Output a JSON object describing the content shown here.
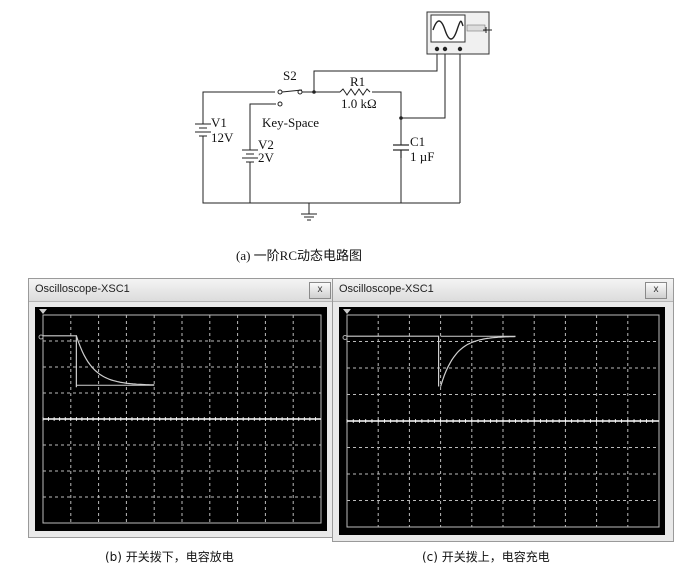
{
  "circuit": {
    "switch_label": "S2",
    "resistor_label": "R1",
    "resistor_value": "1.0 kΩ",
    "key_label": "Key-Space",
    "v1_label": "V1",
    "v1_value": "12V",
    "v2_label": "V2",
    "v2_value": "2V",
    "cap_label": "C1",
    "cap_value": "1 µF",
    "caption": "(a) 一阶RC动态电路图"
  },
  "scopes": [
    {
      "title": "Oscilloscope-XSC1",
      "close_label": "x",
      "caption": "(b) 开关拨下，电容放电",
      "trace": "discharge"
    },
    {
      "title": "Oscilloscope-XSC1",
      "close_label": "x",
      "caption": "(c) 开关拨上，电容充电",
      "trace": "charge"
    }
  ],
  "colors": {
    "wire": "#222222",
    "screen": "#000000",
    "grid": "#bbbbbb",
    "trace": "#cfcfcf"
  }
}
